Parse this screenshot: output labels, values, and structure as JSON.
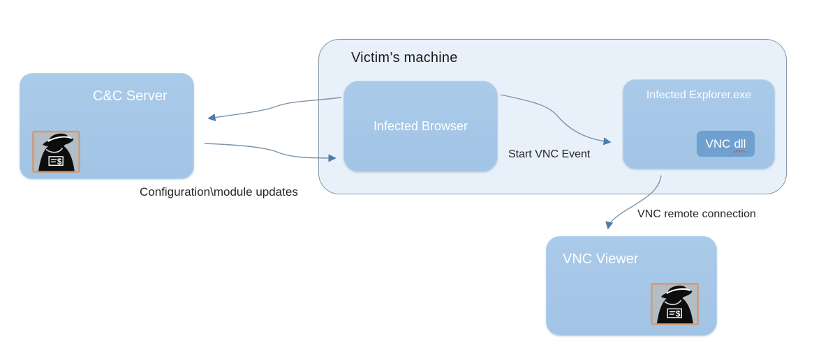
{
  "diagram": {
    "title": "Victim's machine",
    "background": "#ffffff"
  },
  "nodes": {
    "cc_server": {
      "label": "C&C Server"
    },
    "victim_machine": {
      "label": "Victim’s machine"
    },
    "infected_browser": {
      "label": "Infected Browser"
    },
    "infected_explorer": {
      "label": "Infected Explorer.exe"
    },
    "vnc_dll": {
      "label_word1": "VNC",
      "label_word2": "dll"
    },
    "vnc_viewer": {
      "label": "VNC Viewer"
    }
  },
  "edges": {
    "config_updates": {
      "label": "Configuration\\module updates",
      "from": "cc_server",
      "to": "infected_browser"
    },
    "start_vnc": {
      "label": "Start VNC Event",
      "from": "infected_browser",
      "to": "infected_explorer"
    },
    "vnc_remote": {
      "label": "VNC remote connection",
      "from": "vnc_dll",
      "to": "vnc_viewer"
    }
  },
  "icons": {
    "money_thief": "money-thief-icon",
    "dollar_glyph": "$"
  },
  "colors": {
    "node_fill": "#a5c6e7",
    "container_fill": "#e8f1f9",
    "container_border": "#8497a6",
    "subnode_fill": "#6fa0cf",
    "arrow_line": "#7b94a9",
    "arrow_head": "#4d7dad",
    "node_text": "#fdfeff",
    "label_text": "#262626",
    "misspell_underline": "#cc4a4a",
    "icon_frame": "#c99e83",
    "icon_background": "#b2bdc5"
  }
}
